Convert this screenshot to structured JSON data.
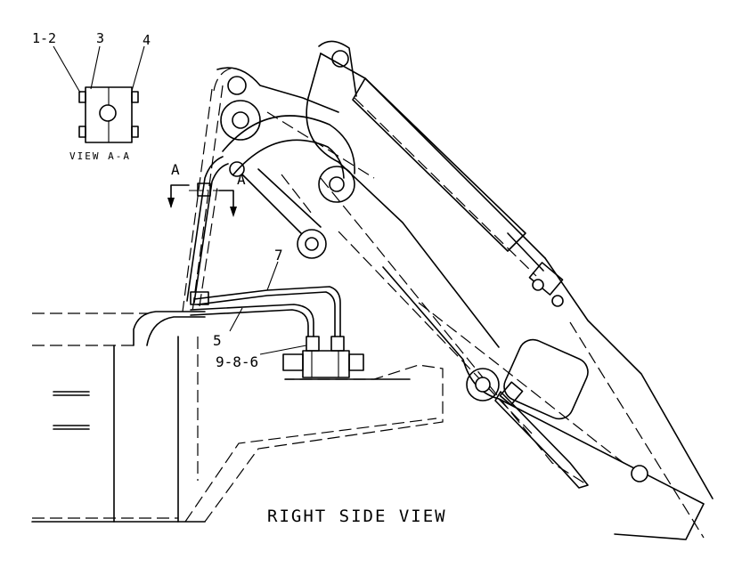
{
  "detail_view": {
    "callouts": [
      "1-2",
      "3",
      "4"
    ],
    "caption": "VIEW A-A"
  },
  "section_marks": {
    "left": "A",
    "right": "A"
  },
  "main_view": {
    "callouts": {
      "hose_upper": "7",
      "hose_lower": "5",
      "fittings": "9-8-6"
    },
    "caption": "RIGHT SIDE VIEW"
  }
}
